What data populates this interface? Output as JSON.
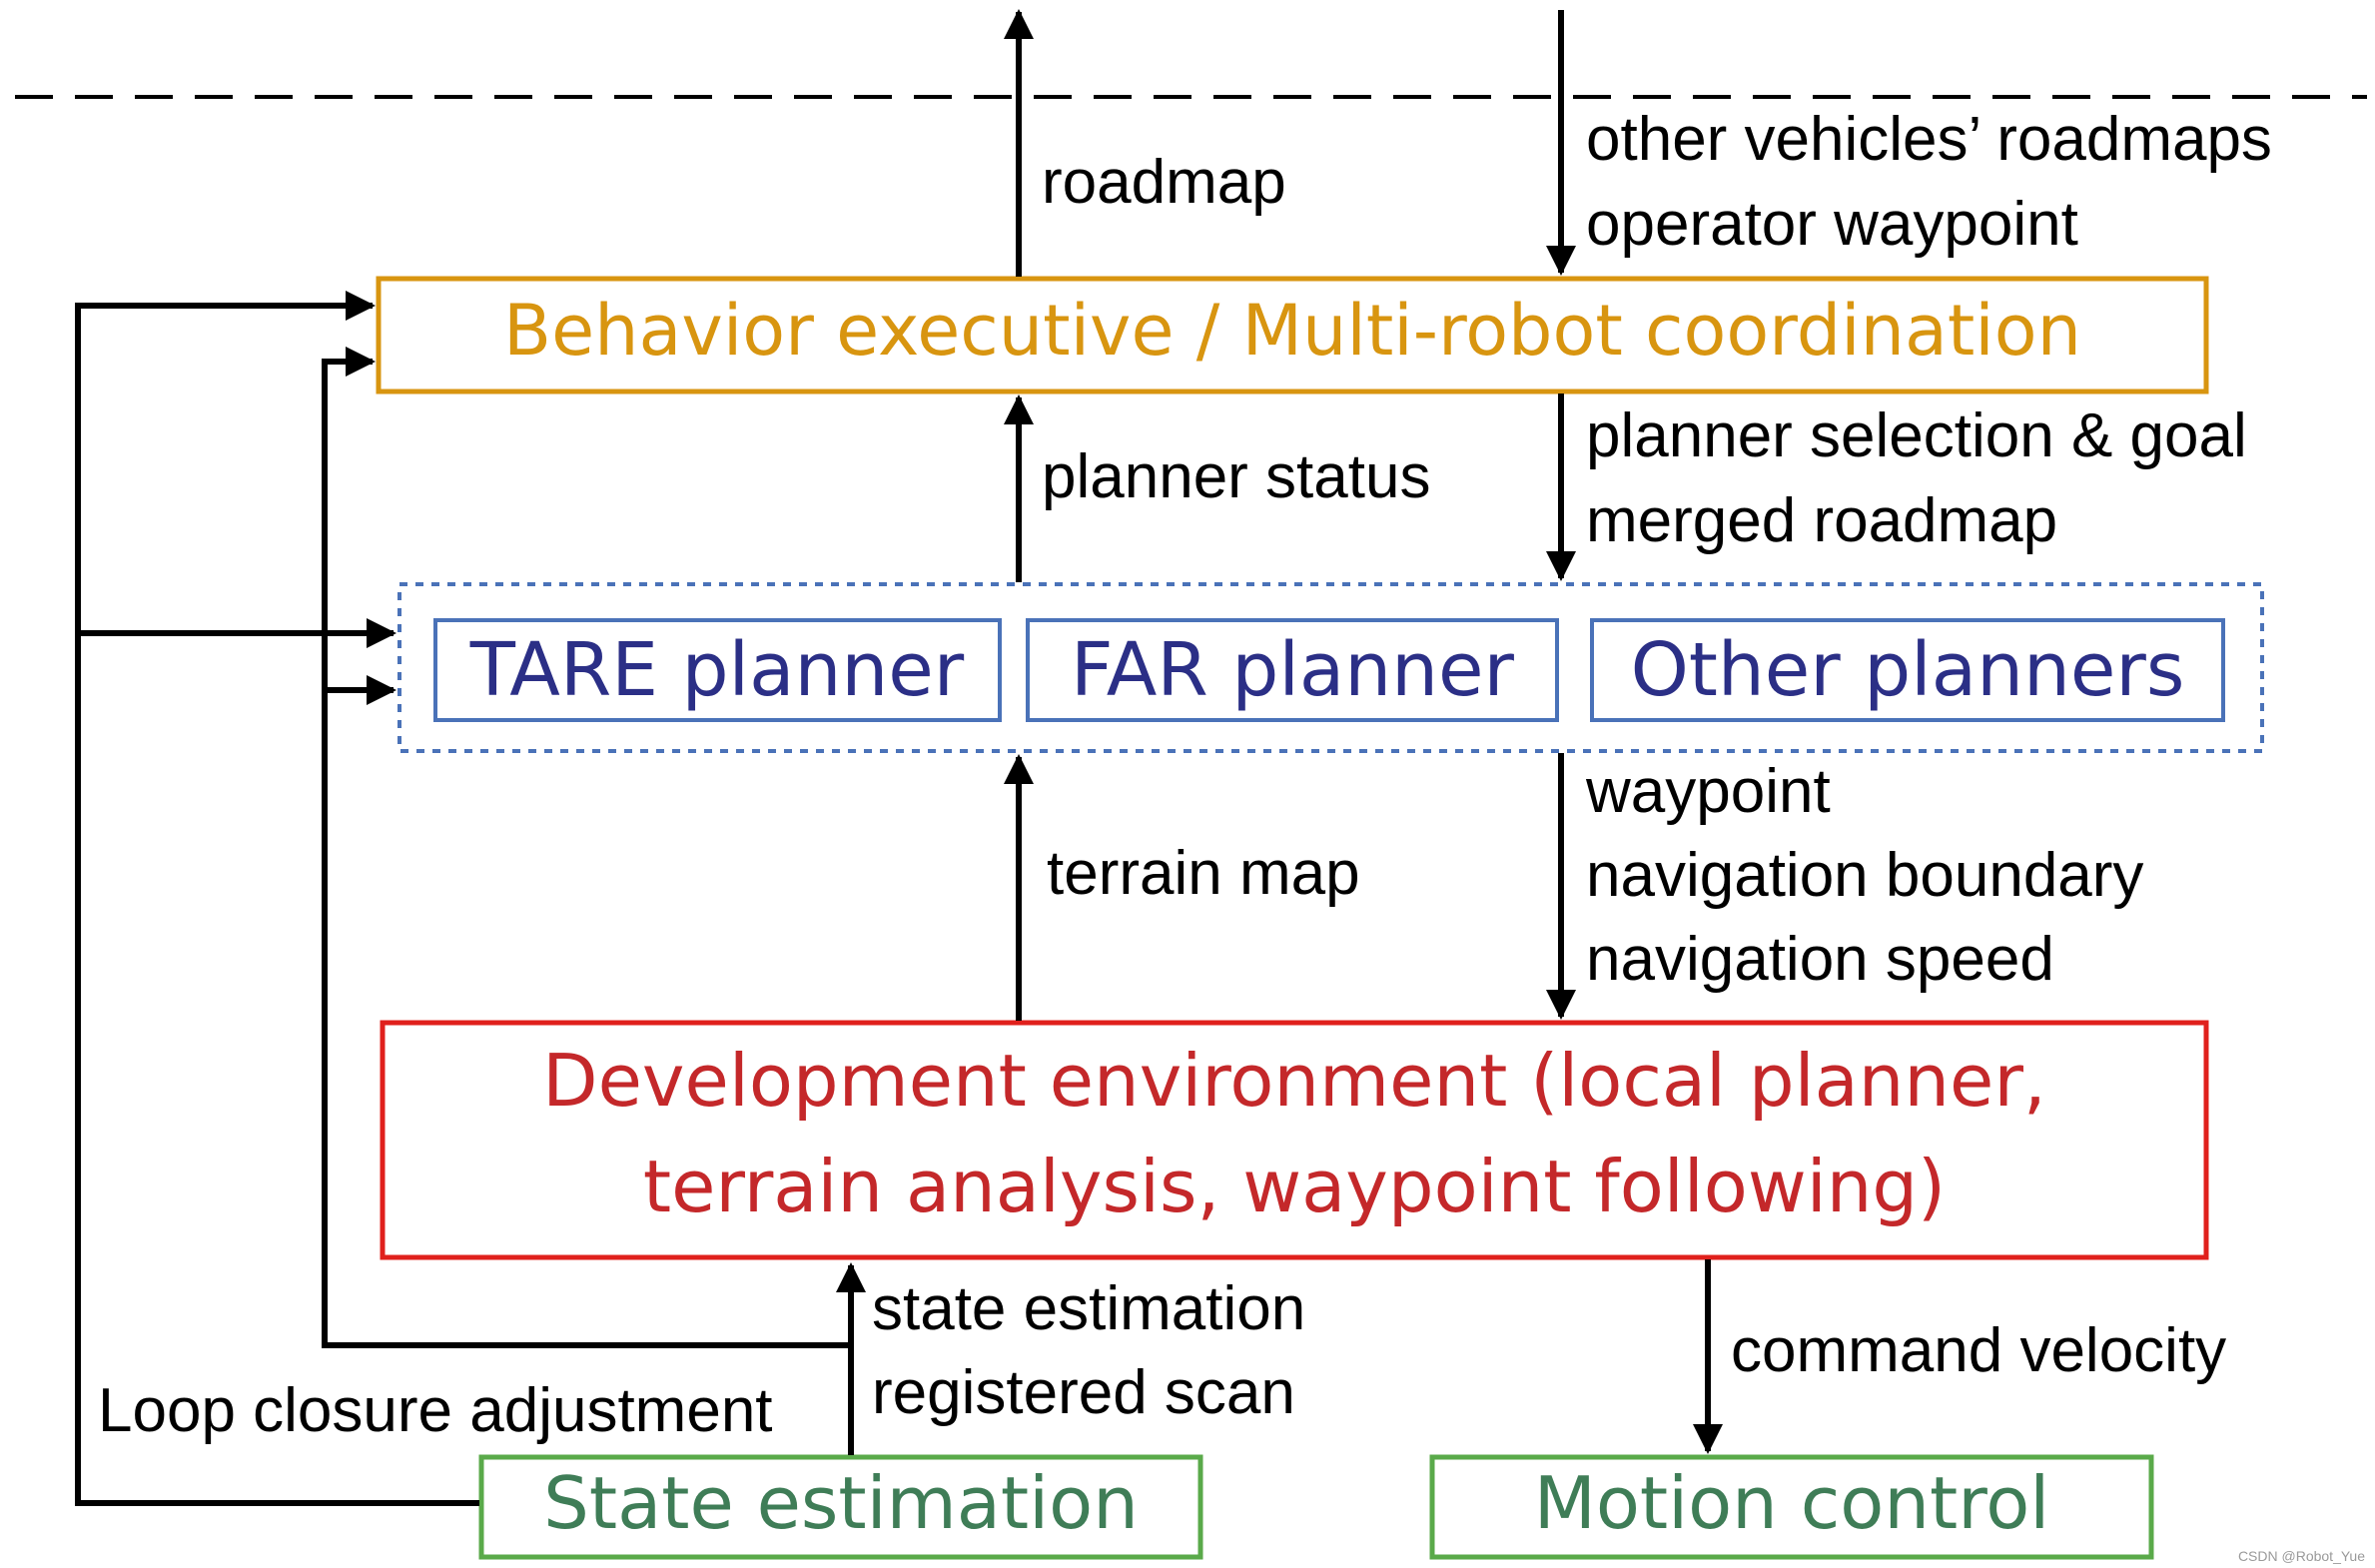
{
  "colors": {
    "behavior": "#d89510",
    "planner_text": "#2b2f86",
    "planner_border": "#4a72b8",
    "devenv": "#e0201c",
    "devenv_text": "#c4282a",
    "state": "#5aaa4a",
    "state_text": "#3f7d57",
    "arrow": "#000000"
  },
  "boxes": {
    "behavior": "Behavior executive / Multi-robot coordination",
    "tare": "TARE planner",
    "far": "FAR planner",
    "other": "Other planners",
    "devenv_line1": "Development environment (local planner,",
    "devenv_line2": "terrain analysis, waypoint following)",
    "state_estimation": "State estimation",
    "motion_control": "Motion control"
  },
  "labels": {
    "roadmap": "roadmap",
    "other_roadmaps": "other vehicles’ roadmaps",
    "operator_waypoint": "operator waypoint",
    "planner_status": "planner status",
    "planner_selection": "planner selection & goal",
    "merged_roadmap": "merged roadmap",
    "terrain_map": "terrain map",
    "waypoint": "waypoint",
    "navigation_boundary": "navigation boundary",
    "navigation_speed": "navigation speed",
    "state_estimation_out": "state estimation",
    "registered_scan": "registered scan",
    "loop_closure": "Loop closure adjustment",
    "command_velocity": "command velocity"
  },
  "watermark": "CSDN @Robot_Yue"
}
